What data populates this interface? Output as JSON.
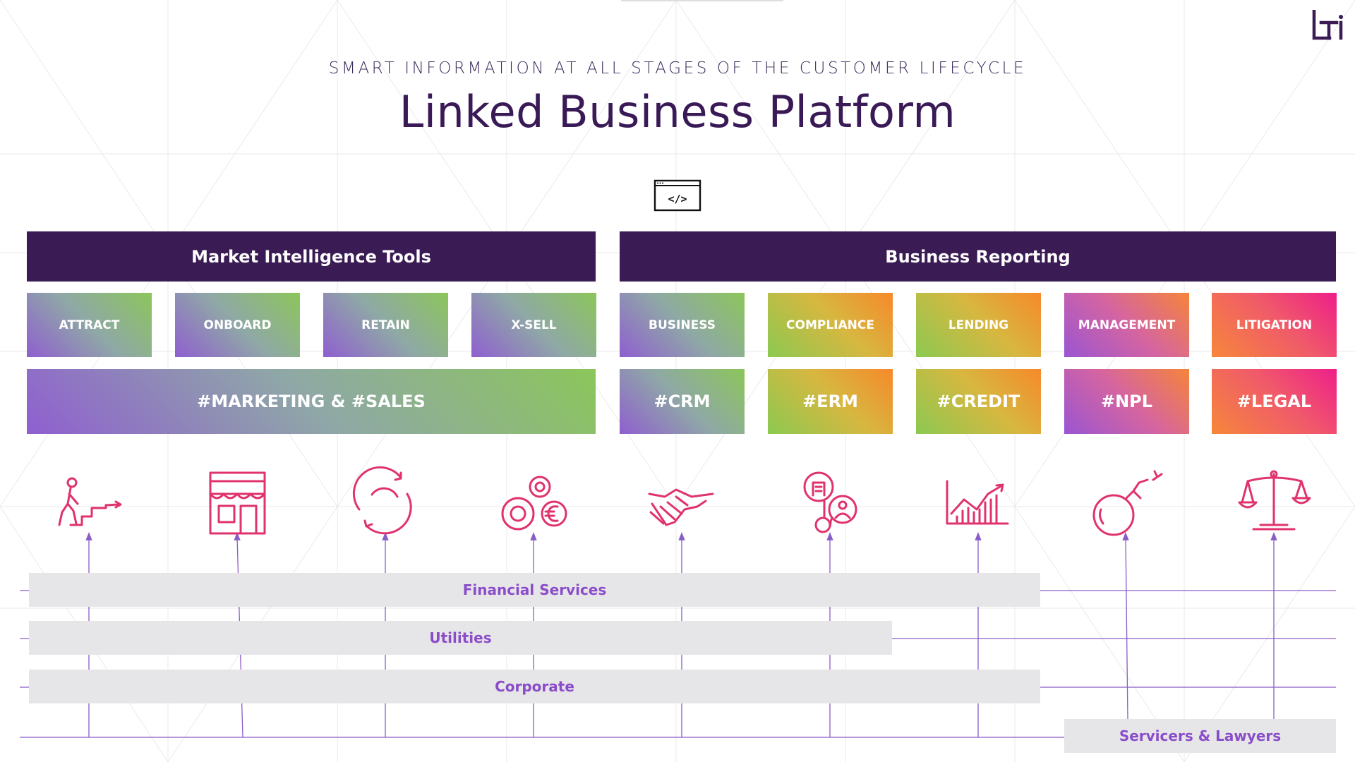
{
  "header": {
    "subtitle": "SMART INFORMATION AT ALL STAGES OF THE CUSTOMER LIFECYCLE",
    "title": "Linked Business Platform"
  },
  "market_intelligence": {
    "title": "Market Intelligence Tools",
    "stages": [
      "ATTRACT",
      "ONBOARD",
      "RETAIN",
      "X-SELL"
    ],
    "tag": "#MARKETING & #SALES"
  },
  "business_reporting": {
    "title": "Business Reporting",
    "categories": [
      "BUSINESS",
      "COMPLIANCE",
      "LENDING",
      "MANAGEMENT",
      "LITIGATION"
    ],
    "tags": [
      "#CRM",
      "#ERM",
      "#CREDIT",
      "#NPL",
      "#LEGAL"
    ]
  },
  "icons": [
    "climbing-stairs-icon",
    "storefront-icon",
    "refresh-cycle-icon",
    "gears-euro-icon",
    "handshake-icon",
    "network-icon",
    "growth-chart-icon",
    "bomb-icon",
    "scales-icon"
  ],
  "segments": {
    "financial": "Financial Services",
    "utilities": "Utilities",
    "corporate": "Corporate",
    "servicers": "Servicers & Lawyers"
  },
  "colors": {
    "header_bg": "#3a1b54",
    "icon": "#e0326e",
    "segment_text": "#8a4cc9",
    "arrow": "#8a5cc8"
  }
}
